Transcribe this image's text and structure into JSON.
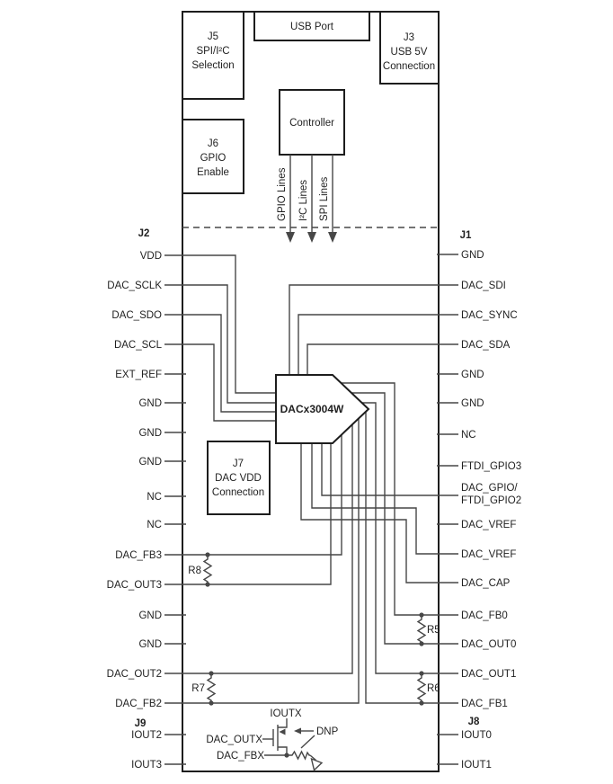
{
  "colors": {
    "line": "#474747",
    "struct": "#1d1d1d",
    "text": "#1f1f1f",
    "bg": "#ffffff"
  },
  "boxes": {
    "usb_port": {
      "label": "USB Port"
    },
    "j5": {
      "lines": [
        "J5",
        "SPI/I²C",
        "Selection"
      ]
    },
    "j3": {
      "lines": [
        "J3",
        "USB 5V",
        "Connection"
      ]
    },
    "j6": {
      "lines": [
        "J6",
        "GPIO",
        "Enable"
      ]
    },
    "controller": {
      "label": "Controller"
    },
    "j7": {
      "lines": [
        "J7",
        "DAC VDD",
        "Connection"
      ]
    }
  },
  "bus_labels": {
    "gpio": "GPIO Lines",
    "i2c": "I²C Lines",
    "spi": "SPI Lines"
  },
  "chip": {
    "label": "DACx3004W"
  },
  "headers": {
    "j2": "J2",
    "j1": "J1",
    "j9": "J9",
    "j8": "J8"
  },
  "left_pins": [
    {
      "label": "VDD"
    },
    {
      "label": "DAC_SCLK"
    },
    {
      "label": "DAC_SDO"
    },
    {
      "label": "DAC_SCL"
    },
    {
      "label": "EXT_REF"
    },
    {
      "label": "GND"
    },
    {
      "label": "GND"
    },
    {
      "label": "GND"
    },
    {
      "label": "NC"
    },
    {
      "label": "NC"
    },
    {
      "label": "DAC_FB3"
    },
    {
      "label": "DAC_OUT3"
    },
    {
      "label": "GND"
    },
    {
      "label": "GND"
    },
    {
      "label": "DAC_OUT2"
    },
    {
      "label": "DAC_FB2"
    }
  ],
  "right_pins": [
    {
      "label": "GND"
    },
    {
      "label": "DAC_SDI"
    },
    {
      "label": "DAC_SYNC"
    },
    {
      "label": "DAC_SDA"
    },
    {
      "label": "GND"
    },
    {
      "label": "GND"
    },
    {
      "label": "NC"
    },
    {
      "label": "FTDI_GPIO3"
    },
    {
      "label": "DAC_GPIO/",
      "label2": "FTDI_GPIO2"
    },
    {
      "label": "DAC_VREF"
    },
    {
      "label": "DAC_VREF"
    },
    {
      "label": "DAC_CAP"
    },
    {
      "label": "DAC_FB0"
    },
    {
      "label": "DAC_OUT0"
    },
    {
      "label": "DAC_OUT1"
    },
    {
      "label": "DAC_FB1"
    }
  ],
  "bottom_left_pins": [
    {
      "label": "IOUT2"
    },
    {
      "label": "IOUT3"
    }
  ],
  "bottom_right_pins": [
    {
      "label": "IOUT0"
    },
    {
      "label": "IOUT1"
    }
  ],
  "resistors": {
    "r8": "R8",
    "r7": "R7",
    "r5": "R5",
    "r6": "R6"
  },
  "nets": {
    "ioutx": "IOUTX",
    "dac_outx": "DAC_OUTX",
    "dac_fbx": "DAC_FBX",
    "dnp": "DNP"
  }
}
